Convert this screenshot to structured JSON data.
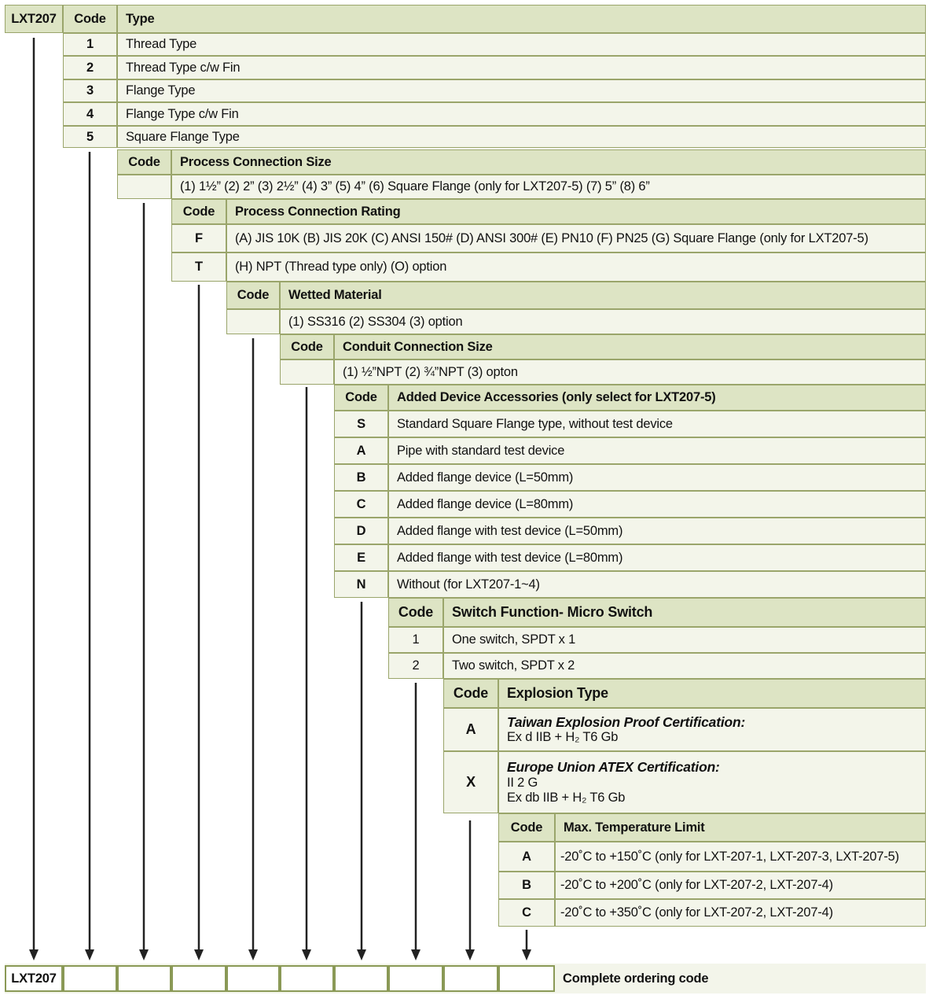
{
  "main": {
    "model": "LXT207",
    "code_label": "Code",
    "type_header": "Type",
    "types": [
      {
        "code": "1",
        "text": "Thread Type"
      },
      {
        "code": "2",
        "text": "Thread Type c/w Fin"
      },
      {
        "code": "3",
        "text": "Flange Type"
      },
      {
        "code": "4",
        "text": "Flange Type c/w Fin"
      },
      {
        "code": "5",
        "text": "Square Flange Type"
      }
    ]
  },
  "sections": {
    "pcs": {
      "header": "Process Connection Size",
      "options": "(1) 1½”  (2) 2”  (3) 2½”  (4) 3”  (5) 4”  (6) Square Flange (only for LXT207-5)  (7) 5”  (8) 6”"
    },
    "pcr": {
      "header": "Process Connection Rating",
      "rows": [
        {
          "code": "F",
          "text": "(A) JIS 10K  (B) JIS 20K  (C) ANSI 150#  (D) ANSI 300#  (E) PN10  (F) PN25  (G) Square Flange (only for LXT207-5)"
        },
        {
          "code": "T",
          "text": "(H) NPT (Thread type only)  (O) option"
        }
      ]
    },
    "wm": {
      "header": "Wetted Material",
      "options": "(1) SS316  (2) SS304  (3) option"
    },
    "ccs": {
      "header": "Conduit Connection Size",
      "options": "(1) ½”NPT  (2) ¾”NPT  (3) opton"
    },
    "ada": {
      "header": "Added Device Accessories (only select for LXT207-5)",
      "rows": [
        {
          "code": "S",
          "text": "Standard Square Flange type, without test device"
        },
        {
          "code": "A",
          "text": "Pipe with standard test device"
        },
        {
          "code": "B",
          "text": "Added flange device (L=50mm)"
        },
        {
          "code": "C",
          "text": "Added flange device (L=80mm)"
        },
        {
          "code": "D",
          "text": "Added flange with test device (L=50mm)"
        },
        {
          "code": "E",
          "text": "Added flange with test device (L=80mm)"
        },
        {
          "code": "N",
          "text": "Without (for LXT207-1~4)"
        }
      ]
    },
    "sf": {
      "header": "Switch Function- Micro Switch",
      "rows": [
        {
          "code": "1",
          "text": "One switch, SPDT x 1"
        },
        {
          "code": "2",
          "text": "Two switch, SPDT x 2"
        }
      ]
    },
    "ex": {
      "header": "Explosion Type",
      "rows": [
        {
          "code": "A",
          "title": "Taiwan Explosion Proof Certification:",
          "lines": [
            "Ex d IIB + H₂ T6 Gb"
          ]
        },
        {
          "code": "X",
          "title": "Europe Union ATEX Certification:",
          "lines": [
            "II 2 G",
            "Ex db IIB + H₂ T6 Gb"
          ]
        }
      ]
    },
    "mt": {
      "header": "Max. Temperature Limit",
      "rows": [
        {
          "code": "A",
          "text": "-20˚C to +150˚C  (only for LXT-207-1, LXT-207-3, LXT-207-5)"
        },
        {
          "code": "B",
          "text": "-20˚C to +200˚C  (only for LXT-207-2, LXT-207-4)"
        },
        {
          "code": "C",
          "text": "-20˚C to +350˚C  (only for LXT-207-2, LXT-207-4)"
        }
      ]
    }
  },
  "bottom": {
    "model": "LXT207",
    "label": "Complete ordering code"
  },
  "colors": {
    "header_bg": "#dde4c4",
    "row_bg": "#f3f5ea",
    "border": "#9aa56b",
    "arrow": "#222222"
  }
}
